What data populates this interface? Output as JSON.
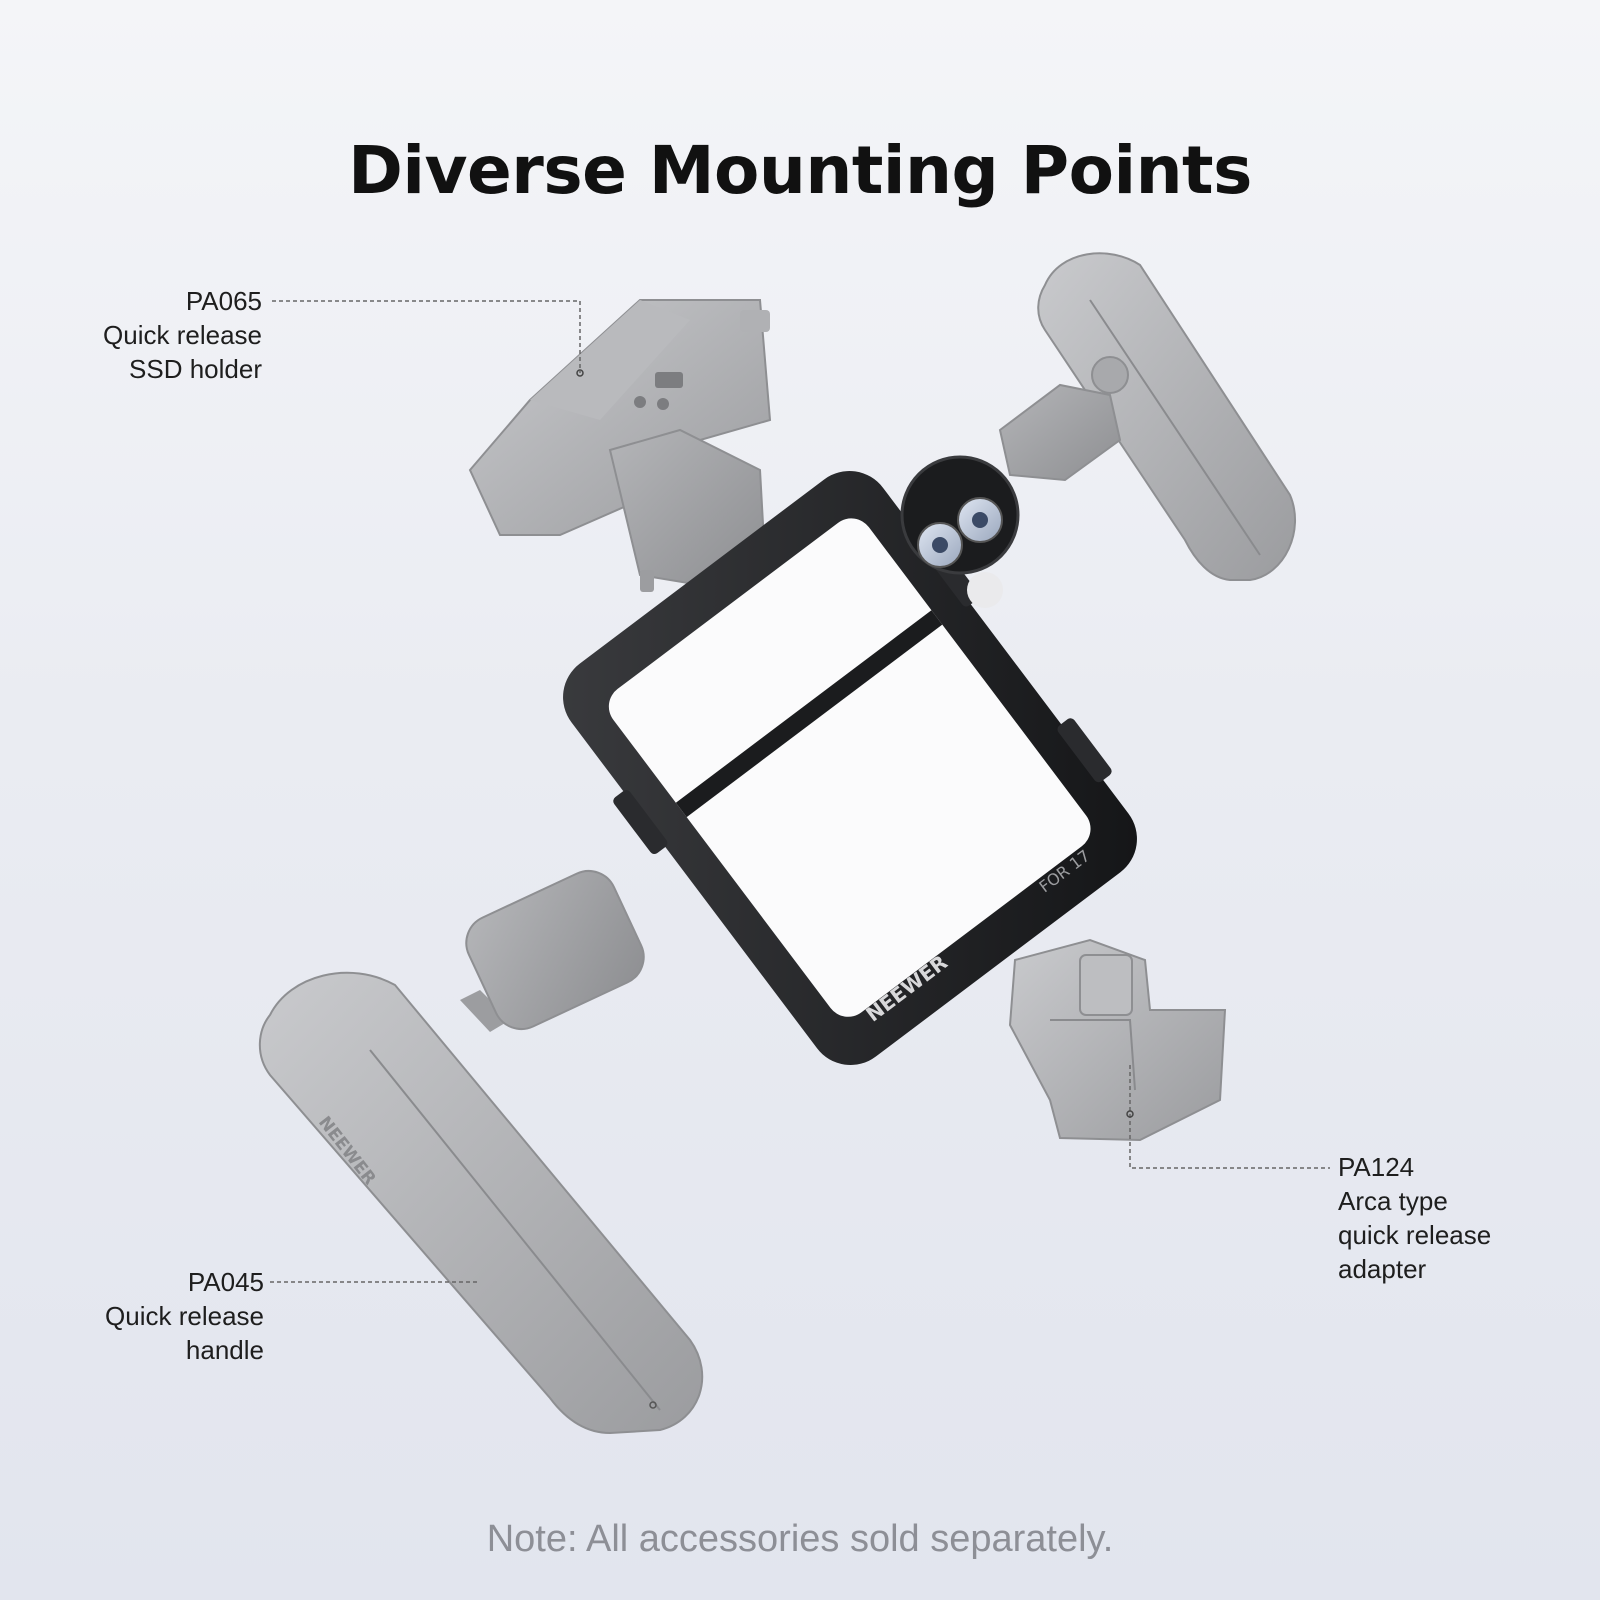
{
  "title": "Diverse Mounting Points",
  "accessories": [
    {
      "code": "PA065",
      "lines": [
        "Quick release",
        "SSD holder"
      ]
    },
    {
      "code": "PA045",
      "lines": [
        "Quick release",
        "handle"
      ]
    },
    {
      "code": "PA124",
      "lines": [
        "Arca type",
        "quick release",
        "adapter"
      ]
    }
  ],
  "cage_brand": "NEEWER",
  "cage_model": "FOR 17",
  "handle_brand": "NEEWER",
  "note": "Note: All accessories sold separately.",
  "colors": {
    "cage": "#1b1c1e",
    "accessory": "#a9aaac",
    "text": "#1e1e1e",
    "note": "#8d8f96"
  }
}
